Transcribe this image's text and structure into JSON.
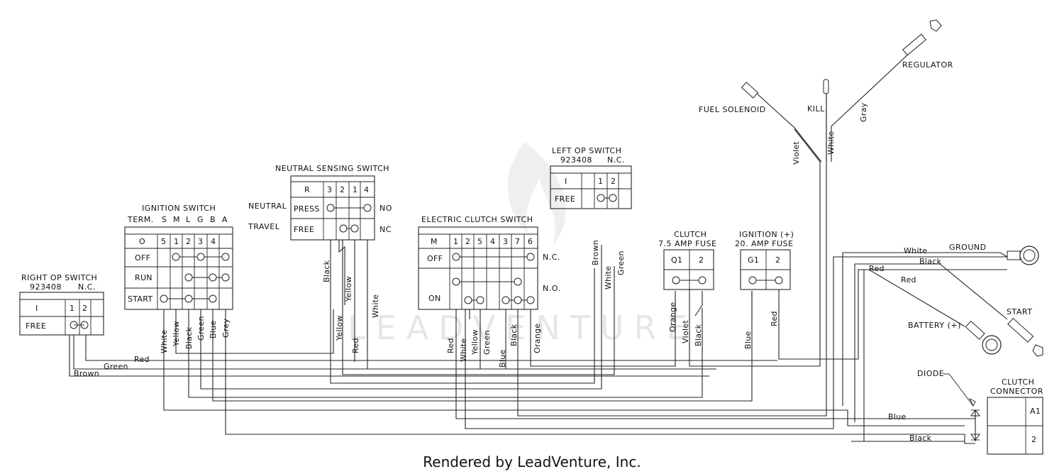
{
  "components": {
    "right_op_switch": {
      "title": "RIGHT  OP SWITCH",
      "part": "923408",
      "type": "N.C.",
      "col_i": "I",
      "cols": [
        "1",
        "2"
      ],
      "row": "FREE"
    },
    "ignition_switch": {
      "title": "IGNITION SWITCH",
      "term_label": "TERM.",
      "letters": [
        "S",
        "M",
        "L",
        "G",
        "B",
        "A"
      ],
      "header": [
        "O",
        "5",
        "1",
        "2",
        "3",
        "4"
      ],
      "rows": [
        "OFF",
        "RUN",
        "START"
      ]
    },
    "neutral_sensing_switch": {
      "title": "NEUTRAL SENSING SWITCH",
      "header": [
        "R",
        "3",
        "2",
        "1",
        "4"
      ],
      "rows": [
        "PRESS",
        "FREE"
      ],
      "left_labels": [
        "NEUTRAL",
        "TRAVEL"
      ],
      "right_labels": [
        "NO",
        "NC"
      ]
    },
    "electric_clutch_switch": {
      "title": "ELECTRIC CLUTCH SWITCH",
      "header": [
        "M",
        "1",
        "2",
        "5",
        "4",
        "3",
        "7",
        "6"
      ],
      "rows": [
        "OFF",
        "ON"
      ],
      "right_labels": [
        "N.C.",
        "N.O."
      ]
    },
    "left_op_switch": {
      "title": "LEFT  OP SWITCH",
      "part": "923408",
      "type": "N.C.",
      "col_i": "I",
      "cols": [
        "1",
        "2"
      ],
      "row": "FREE"
    },
    "clutch_fuse": {
      "title": "CLUTCH",
      "subtitle": "7.5 AMP FUSE",
      "cols": [
        "Q1",
        "2"
      ]
    },
    "ignition_fuse": {
      "title": "IGNITION (+)",
      "subtitle": "20. AMP FUSE",
      "cols": [
        "G1",
        "2"
      ]
    },
    "clutch_connector": {
      "title": "CLUTCH",
      "subtitle": "CONNECTOR",
      "pins": [
        "A1",
        "2"
      ]
    }
  },
  "labels": {
    "fuel_solenoid": "FUEL SOLENOID",
    "kill": "KILL",
    "regulator": "REGULATOR",
    "ground": "GROUND",
    "start": "START",
    "battery": "BATTERY (+)",
    "diode": "DIODE"
  },
  "wire_colors": {
    "red": "Red",
    "green": "Green",
    "brown": "Brown",
    "white": "White",
    "yellow": "Yellow",
    "black": "Black",
    "blue": "Blue",
    "grey": "Grey",
    "gray": "Gray",
    "orange": "Orange",
    "violet": "Violet"
  },
  "watermark": "LEADVENTURE",
  "footer": "Rendered by LeadVenture, Inc."
}
